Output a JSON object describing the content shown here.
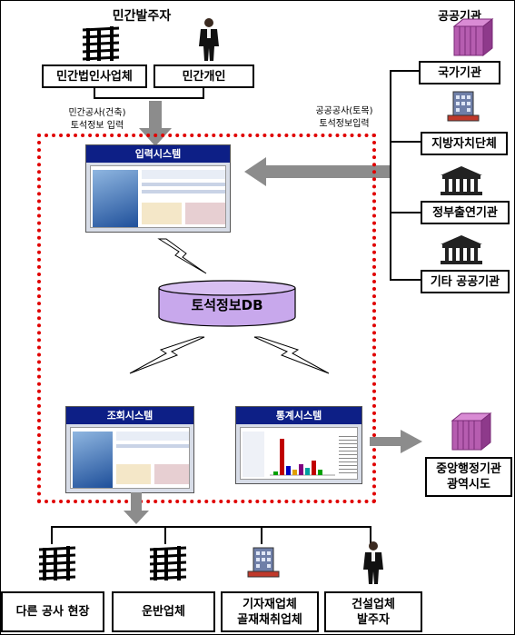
{
  "top": {
    "private_title": "민간발주자",
    "public_title": "공공기관"
  },
  "private_boxes": {
    "corp": "민간법인사업체",
    "individual": "민간개인"
  },
  "inputs": {
    "private_note_1": "민간공사(건축)",
    "private_note_2": "토석정보 입력",
    "public_note_1": "공공공사(토목)",
    "public_note_2": "토석정보입력"
  },
  "public_boxes": {
    "national": "국가기관",
    "local": "지방자치단체",
    "gov_funded": "정부출연기관",
    "other": "기타 공공기관"
  },
  "systems": {
    "input": "입력시스템",
    "db": "토석정보DB",
    "query": "조회시스템",
    "stats": "통계시스템"
  },
  "central": {
    "line1": "중앙행정기관",
    "line2": "광역시도"
  },
  "bottom_boxes": {
    "other_site": "다른 공사 현장",
    "transport": "운반업체",
    "material_1": "기자재업체",
    "material_2": "골재채취업체",
    "construction_1": "건설업체",
    "construction_2": "발주자"
  },
  "colors": {
    "dashed_border": "#e00000",
    "arrow_gray": "#8c8c8c",
    "db_fill": "#c8a8ec",
    "server_fill": "#b65db0",
    "title_bar": "#0d1f86"
  }
}
